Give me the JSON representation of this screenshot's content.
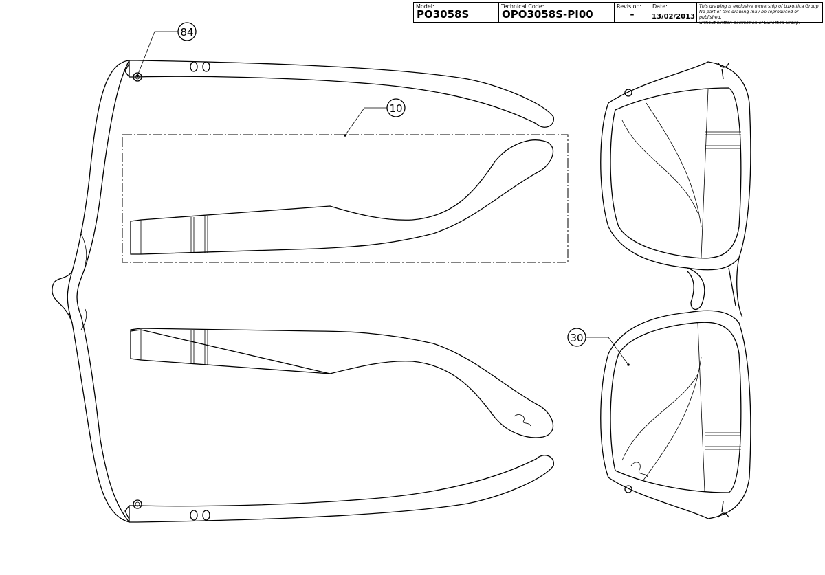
{
  "title_block": {
    "model_label": "Model:",
    "model_value": "PO3058S",
    "technical_code_label": "Technical Code:",
    "technical_code_value": "OPO3058S-PI00",
    "revision_label": "Revision:",
    "revision_value": "-",
    "date_label": "Date:",
    "date_value": "13/02/2013",
    "notice_line1": "This drawing is exclusive ownership of Luxottica Group.",
    "notice_line2": "No part of this drawing may be reproduced or published,",
    "notice_line3": "without written permission of Luxottica Group."
  },
  "callouts": [
    {
      "id": "84"
    },
    {
      "id": "10"
    },
    {
      "id": "30"
    }
  ],
  "colors": {
    "ink": "#000000",
    "paper": "#ffffff"
  }
}
